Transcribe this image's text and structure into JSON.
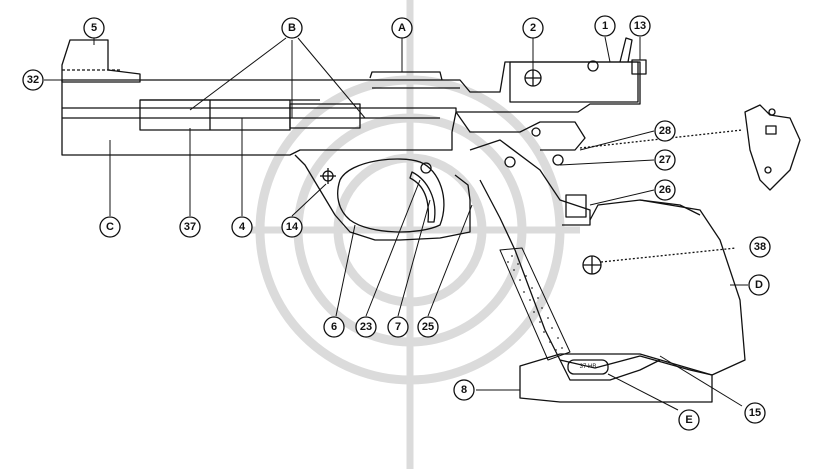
{
  "diagram": {
    "callouts": [
      {
        "id": "c5",
        "label": "5"
      },
      {
        "id": "cB",
        "label": "B"
      },
      {
        "id": "cA",
        "label": "A"
      },
      {
        "id": "c2",
        "label": "2"
      },
      {
        "id": "c1",
        "label": "1"
      },
      {
        "id": "c13",
        "label": "13"
      },
      {
        "id": "c32",
        "label": "32"
      },
      {
        "id": "c28",
        "label": "28"
      },
      {
        "id": "c27",
        "label": "27"
      },
      {
        "id": "c26",
        "label": "26"
      },
      {
        "id": "cC",
        "label": "C"
      },
      {
        "id": "c37",
        "label": "37"
      },
      {
        "id": "c4",
        "label": "4"
      },
      {
        "id": "c14",
        "label": "14"
      },
      {
        "id": "c38",
        "label": "38"
      },
      {
        "id": "cD",
        "label": "D"
      },
      {
        "id": "c6",
        "label": "6"
      },
      {
        "id": "c23",
        "label": "23"
      },
      {
        "id": "c7",
        "label": "7"
      },
      {
        "id": "c25",
        "label": "25"
      },
      {
        "id": "c8",
        "label": "8"
      },
      {
        "id": "cE",
        "label": "E"
      },
      {
        "id": "c15",
        "label": "15"
      }
    ],
    "grip_marking": "37 HB",
    "colors": {
      "line": "#111111",
      "watermark": "#c8c8c8",
      "background": "#ffffff"
    }
  }
}
